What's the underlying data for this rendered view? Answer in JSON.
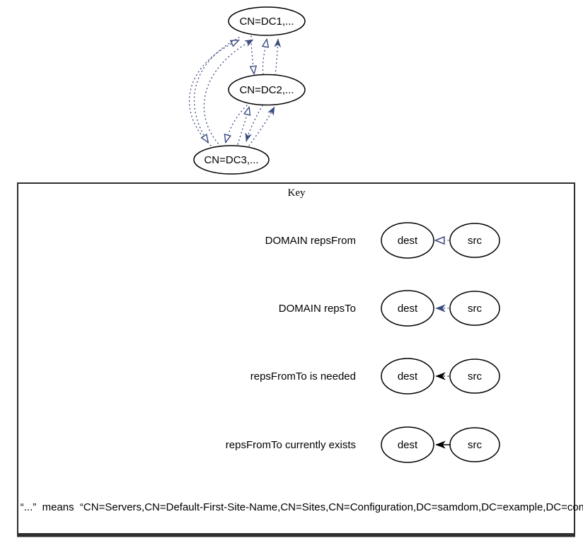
{
  "graph": {
    "nodes": [
      {
        "label": "CN=DC1,..."
      },
      {
        "label": "CN=DC2,..."
      },
      {
        "label": "CN=DC3,..."
      }
    ],
    "edges": [
      {
        "from": "CN=DC3,...",
        "to": "CN=DC1,...",
        "type": "repsFrom"
      },
      {
        "from": "CN=DC3,...",
        "to": "CN=DC1,...",
        "type": "repsTo"
      },
      {
        "from": "CN=DC2,...",
        "to": "CN=DC1,...",
        "type": "repsFrom"
      },
      {
        "from": "CN=DC2,...",
        "to": "CN=DC1,...",
        "type": "repsTo"
      },
      {
        "from": "CN=DC1,...",
        "to": "CN=DC2,...",
        "type": "repsFrom"
      },
      {
        "from": "CN=DC3,...",
        "to": "CN=DC2,...",
        "type": "repsFrom"
      },
      {
        "from": "CN=DC3,...",
        "to": "CN=DC2,...",
        "type": "repsTo"
      },
      {
        "from": "CN=DC1,...",
        "to": "CN=DC3,...",
        "type": "repsFrom"
      },
      {
        "from": "CN=DC2,...",
        "to": "CN=DC3,...",
        "type": "repsFrom"
      },
      {
        "from": "CN=DC2,...",
        "to": "CN=DC3,...",
        "type": "repsTo"
      }
    ]
  },
  "key": {
    "title": "Key",
    "rows": [
      {
        "label": "DOMAIN repsFrom",
        "dest_label": "dest",
        "src_label": "src",
        "arrow_style": "open-arrowhead-dotted-navy"
      },
      {
        "label": "DOMAIN repsTo",
        "dest_label": "dest",
        "src_label": "src",
        "arrow_style": "filled-arrowhead-dotted-navy"
      },
      {
        "label": "repsFromTo is needed",
        "dest_label": "dest",
        "src_label": "src",
        "arrow_style": "filled-arrowhead-dotted-black"
      },
      {
        "label": "repsFromTo currently exists",
        "dest_label": "dest",
        "src_label": "src",
        "arrow_style": "filled-arrowhead-solid-black"
      }
    ],
    "footnote": "“...”  means  “CN=Servers,CN=Default-First-Site-Name,CN=Sites,CN=Configuration,DC=samdom,DC=example,DC=com”"
  },
  "colors": {
    "edge_accent_navy": "#3c4c80",
    "edge_black": "#000000",
    "node_outline": "#000000",
    "key_border": "#2e2e2e"
  }
}
